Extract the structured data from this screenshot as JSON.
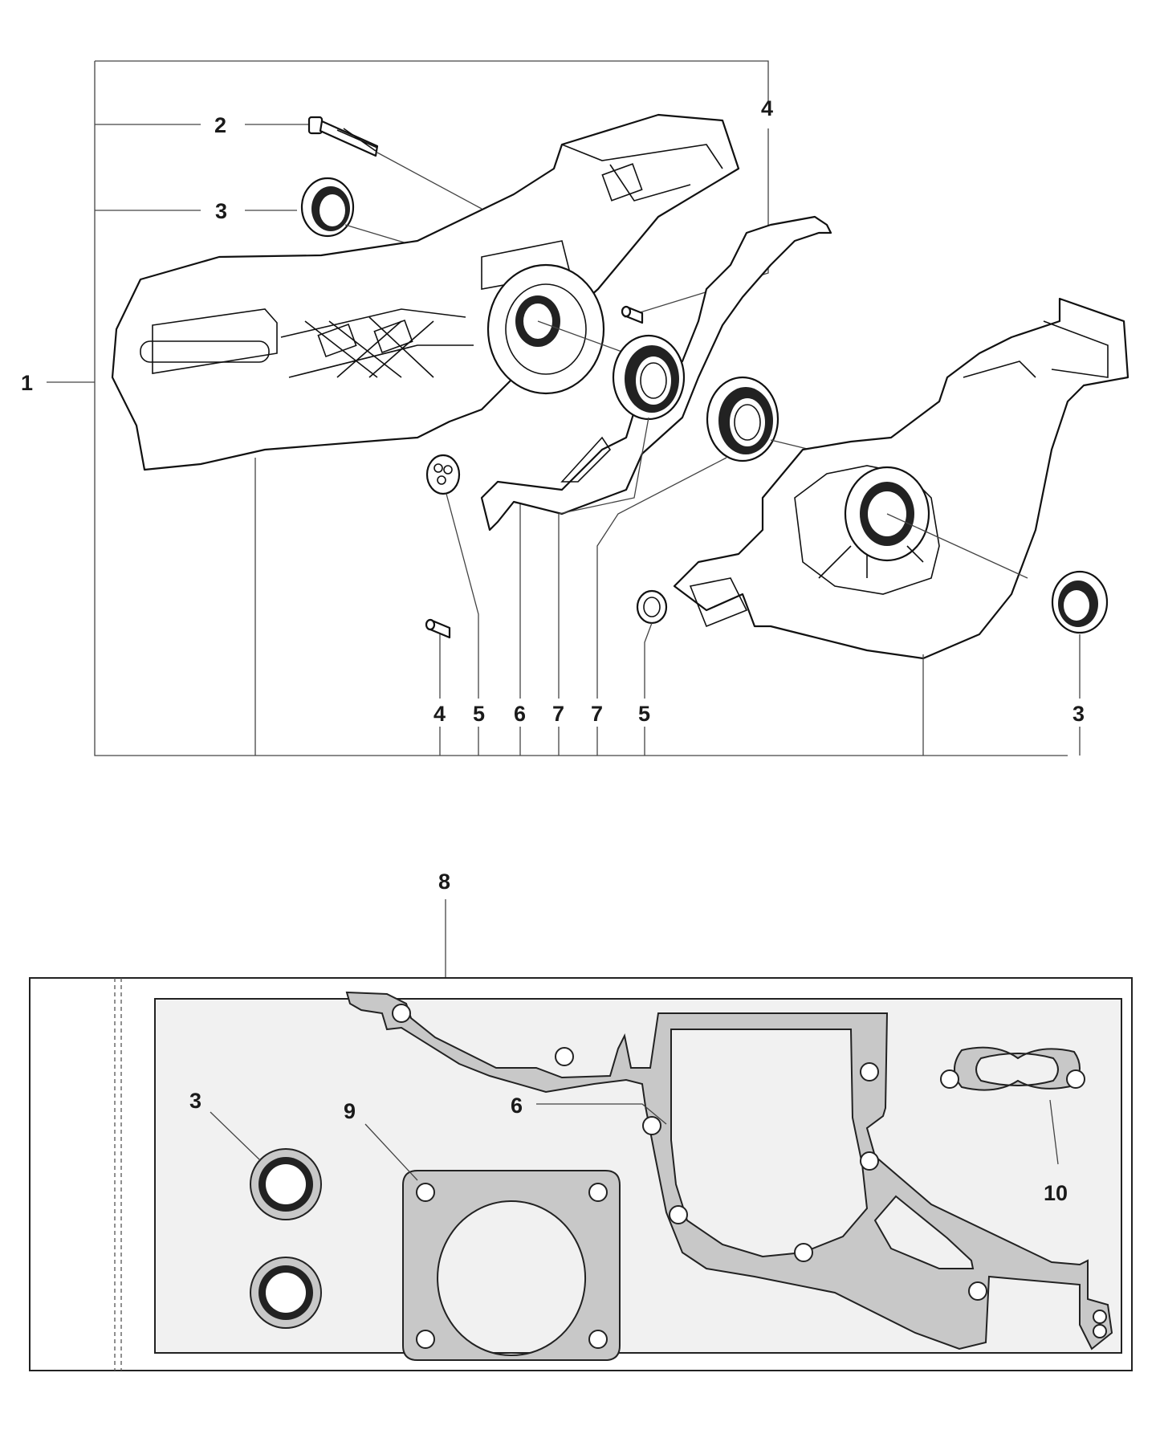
{
  "colors": {
    "line": "#111111",
    "gasket_fill": "#c8c8c8",
    "kit_background": "#f1f1f1"
  },
  "callouts": {
    "c1": "1",
    "c2": "2",
    "c3_top": "3",
    "c4_top": "4",
    "c4_bottom": "4",
    "c5_left": "5",
    "c6": "6",
    "c7_left": "7",
    "c7_right": "7",
    "c5_right": "5",
    "c3_right": "3",
    "c8": "8",
    "c3_kit": "3",
    "c9": "9",
    "c6_kit": "6",
    "c10": "10"
  }
}
